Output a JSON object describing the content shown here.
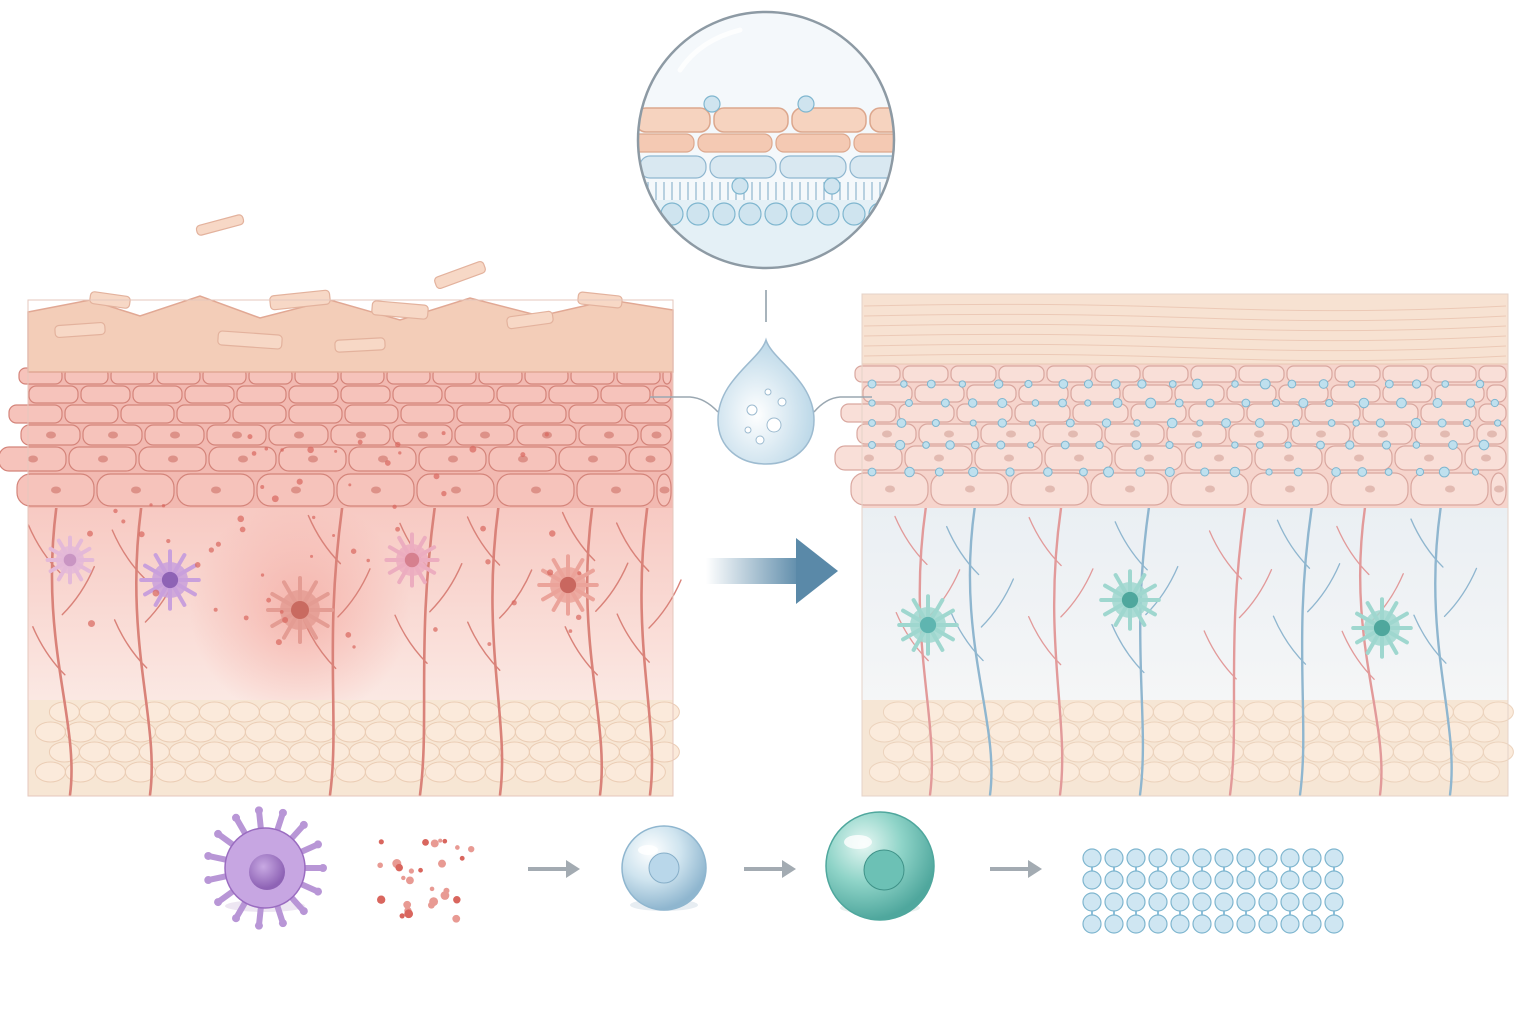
{
  "panels": {
    "before": {
      "state": "damaged-inflamed",
      "palette": {
        "surface": "#f6d9c6",
        "epidermis": "#f2b9b1",
        "dermis": "#fbe3de",
        "fat": "#f7e6d4",
        "vessel": "#d98279",
        "immune_cell": "#c97e78",
        "cell_edge": "#d4847a"
      }
    },
    "after": {
      "state": "repaired-hydrated",
      "palette": {
        "surface": "#f7e2d2",
        "epidermis": "#f6d4cc",
        "dermis": "#eef2f5",
        "fat": "#f6e6d5",
        "vessel_red": "#e29a9a",
        "vessel_blue": "#8fb6cf",
        "immune_cell": "#5fb5b0",
        "cell_edge": "#d9a79f",
        "lipid": "#7fb6cf"
      }
    }
  },
  "magnifier": {
    "subject": "hydrated-barrier-lipid-layer"
  },
  "droplet": {
    "subject": "hydrating-serum-droplet",
    "color": "#cfe4ef"
  },
  "transition_arrow": {
    "color": "#5a89a8",
    "icon": "arrow-right-icon"
  },
  "legend": {
    "steps": [
      {
        "icon": "inflamed-immune-cell-icon",
        "color": "#9a6cc0"
      },
      {
        "icon": "inflammatory-particles-icon",
        "color": "#e07f7a"
      },
      {
        "icon": "arrow-right-icon",
        "color": "#9aa4ac"
      },
      {
        "icon": "hydration-sphere-icon",
        "color": "#a9cde4"
      },
      {
        "icon": "arrow-right-icon",
        "color": "#9aa4ac"
      },
      {
        "icon": "calm-cell-icon",
        "color": "#6dc3b6"
      },
      {
        "icon": "arrow-right-icon",
        "color": "#9aa4ac"
      },
      {
        "icon": "lipid-bilayer-icon",
        "color": "#8cc0dc"
      }
    ]
  }
}
